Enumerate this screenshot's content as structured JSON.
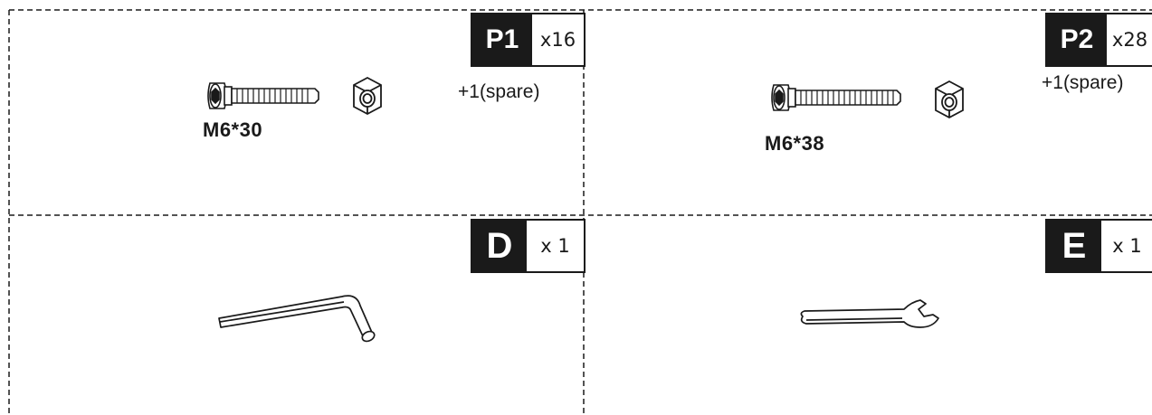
{
  "parts": [
    {
      "id": "P1",
      "quantity": "x16",
      "spare": "+1(spare)",
      "size": "M6*30",
      "item": "bolt-and-nut"
    },
    {
      "id": "P2",
      "quantity": "x28",
      "spare": "+1(spare)",
      "size": "M6*38",
      "item": "bolt-and-nut"
    },
    {
      "id": "D",
      "quantity": "x 1",
      "item": "hex-key"
    },
    {
      "id": "E",
      "quantity": "x 1",
      "item": "wrench"
    }
  ],
  "colors": {
    "ink": "#1a1a1a",
    "paper": "#ffffff"
  }
}
